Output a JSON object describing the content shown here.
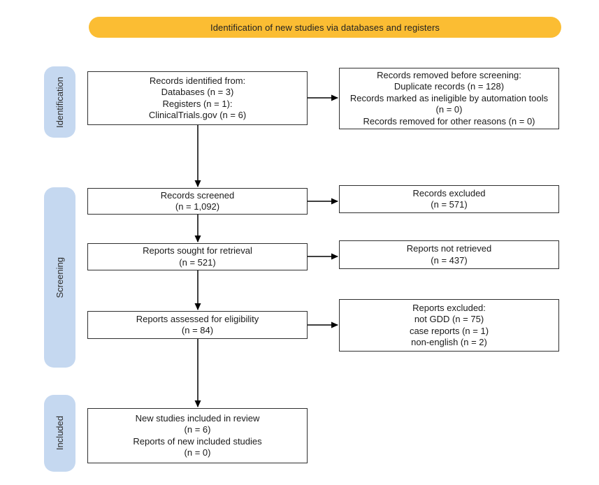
{
  "banner": {
    "label": "Identification of new studies via databases and registers"
  },
  "stages": {
    "identification": {
      "label": "Identification"
    },
    "screening": {
      "label": "Screening"
    },
    "included": {
      "label": "Included"
    }
  },
  "boxes": {
    "records_identified": {
      "lines": [
        "Records identified from:",
        "Databases (n = 3)",
        "Registers (n = 1):",
        "ClinicalTrials.gov (n = 6)"
      ]
    },
    "records_removed": {
      "lines": [
        "Records removed before screening:",
        "Duplicate records (n = 128)",
        "Records marked as ineligible by automation tools (n = 0)",
        "Records removed for other reasons (n = 0)"
      ]
    },
    "records_screened": {
      "lines": [
        "Records screened",
        "(n = 1,092)"
      ]
    },
    "records_excluded": {
      "lines": [
        "Records excluded",
        "(n = 571)"
      ]
    },
    "reports_sought": {
      "lines": [
        "Reports sought for retrieval",
        "(n = 521)"
      ]
    },
    "reports_not_retrieved": {
      "lines": [
        "Reports not retrieved",
        "(n = 437)"
      ]
    },
    "reports_assessed": {
      "lines": [
        "Reports assessed for eligibility",
        "(n = 84)"
      ]
    },
    "reports_excluded": {
      "lines": [
        "Reports excluded:",
        "not GDD (n = 75)",
        "case reports (n = 1)",
        "non-english (n = 2)"
      ]
    },
    "new_studies_included": {
      "lines": [
        "New studies included in review",
        "(n = 6)",
        "Reports of new included studies",
        "(n = 0)"
      ]
    }
  },
  "colors": {
    "banner_bg": "#FBBD33",
    "stage_bg": "#C5D8F0",
    "box_border": "#2F2F2F",
    "arrow": "#000000",
    "background": "#FFFFFF"
  }
}
